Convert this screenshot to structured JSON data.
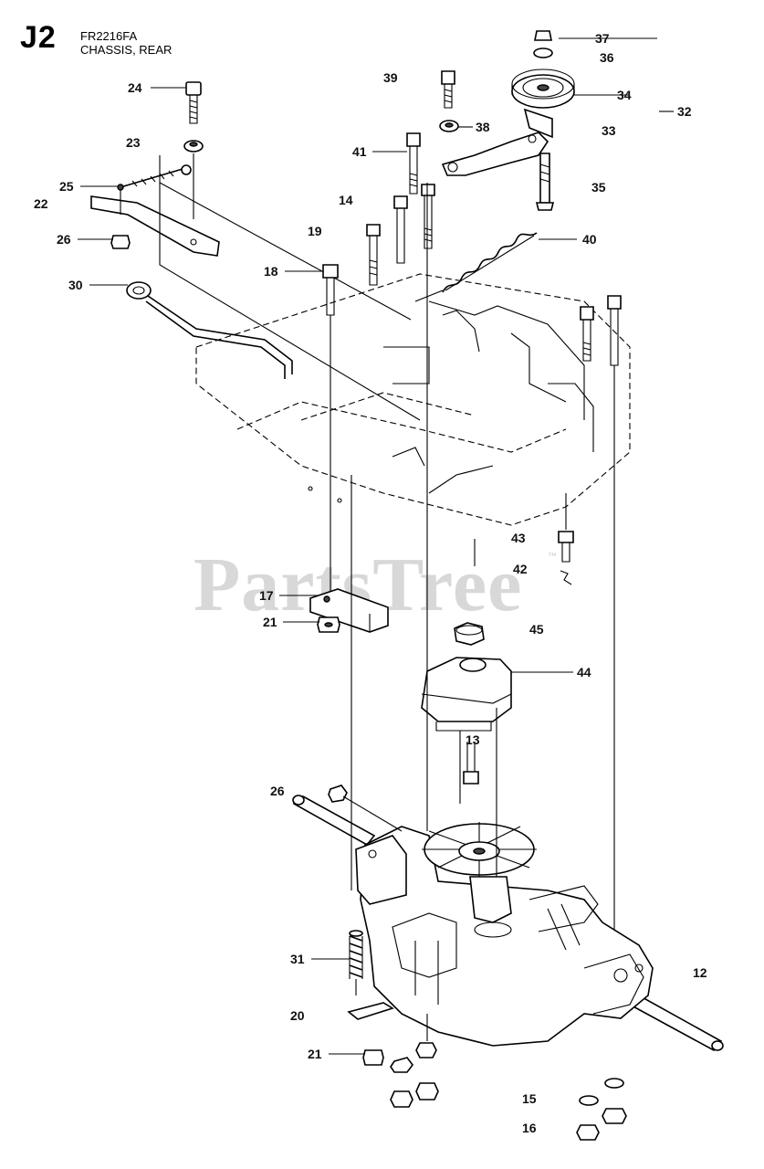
{
  "header": {
    "code": "J2",
    "model": "FR2216FA",
    "title": "CHASSIS, REAR"
  },
  "watermark": {
    "text": "PartsTree",
    "mark": "™"
  },
  "callouts": {
    "c37": "37",
    "c36": "36",
    "c39": "39",
    "c24": "24",
    "c34": "34",
    "c32": "32",
    "c38": "38",
    "c33": "33",
    "c23": "23",
    "c41": "41",
    "c25": "25",
    "c35": "35",
    "c22": "22",
    "c14": "14",
    "c26a": "26",
    "c19": "19",
    "c40": "40",
    "c18": "18",
    "c30": "30",
    "c43": "43",
    "c42": "42",
    "c17": "17",
    "c21a": "21",
    "c45": "45",
    "c44": "44",
    "c13": "13",
    "c26b": "26",
    "c12": "12",
    "c31": "31",
    "c20": "20",
    "c21b": "21",
    "c15": "15",
    "c16": "16"
  }
}
